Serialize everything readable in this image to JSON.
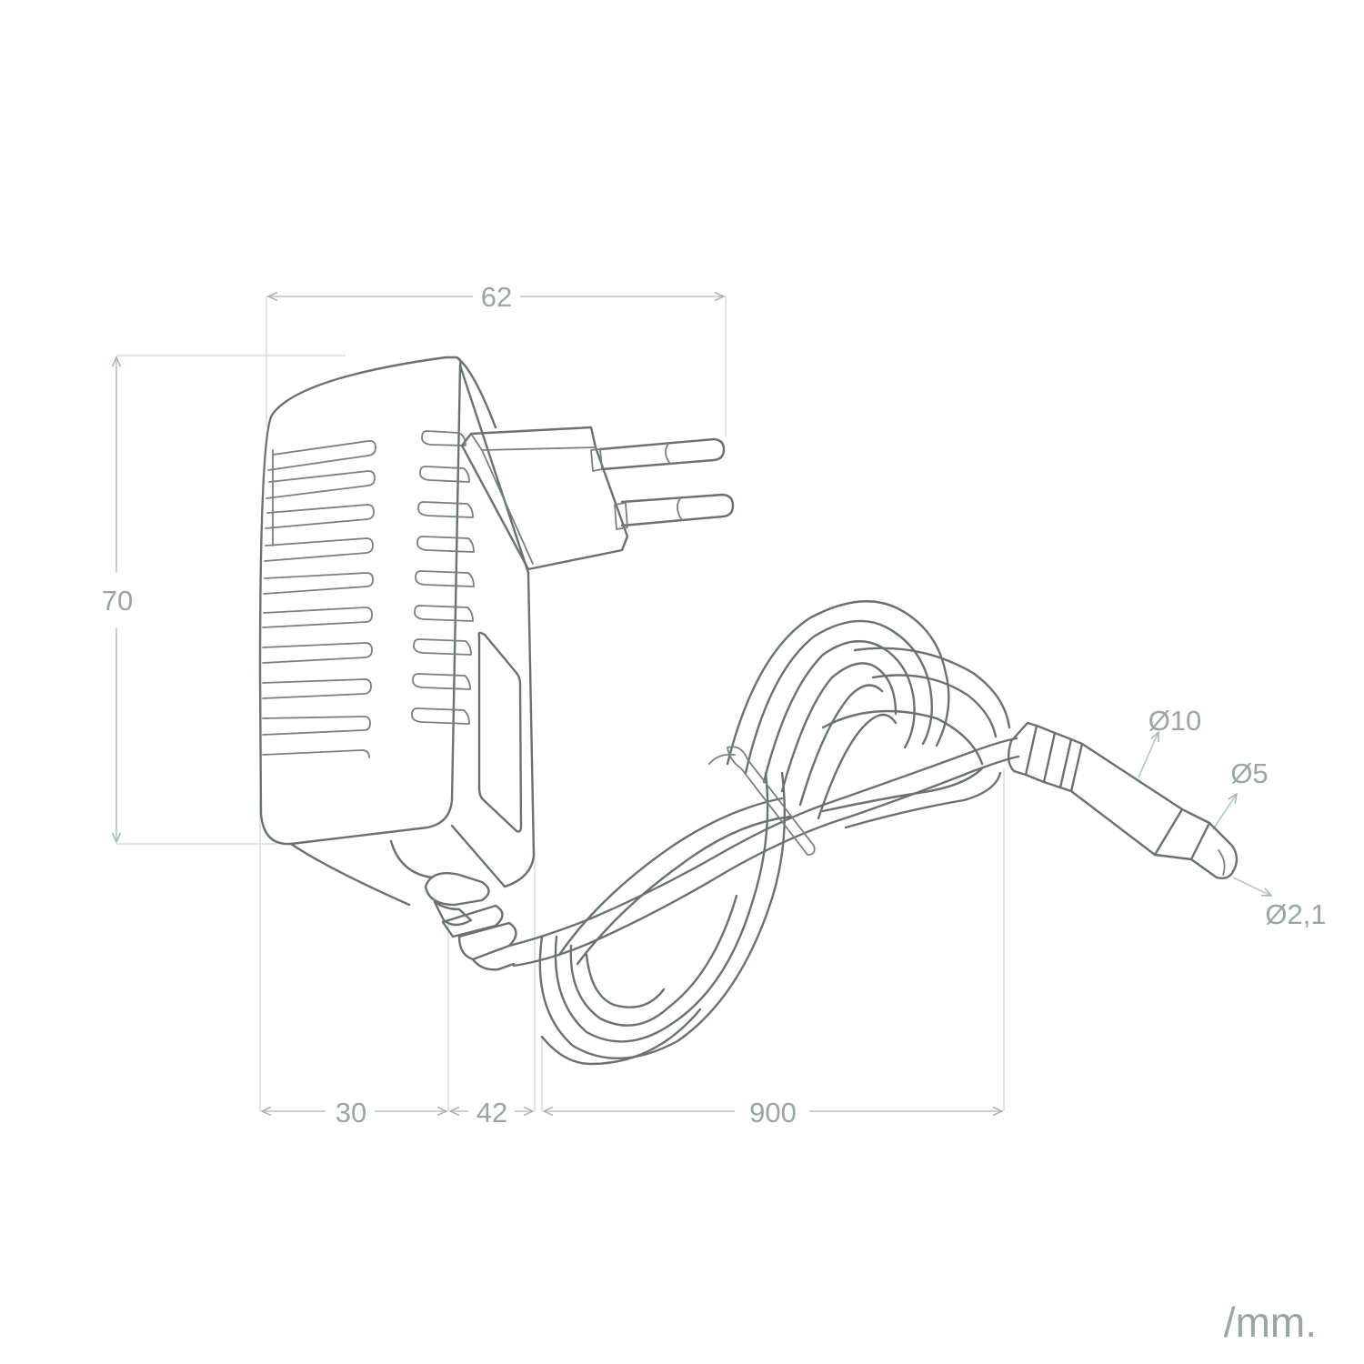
{
  "drawing": {
    "subject": "",
    "dimensions": {
      "width_top": "62",
      "height_left": "70",
      "depth_body": "30",
      "depth_plug": "42",
      "cable_length": "900",
      "dc_outer_diameter": "Ø10",
      "dc_barrel_diameter": "Ø5",
      "dc_pin_diameter": "Ø2,1"
    },
    "unit": "/mm."
  },
  "colors": {
    "line": "#6b7070",
    "dimension": "#b9c4c4",
    "text": "#9aa6a6",
    "background": "#ffffff"
  }
}
